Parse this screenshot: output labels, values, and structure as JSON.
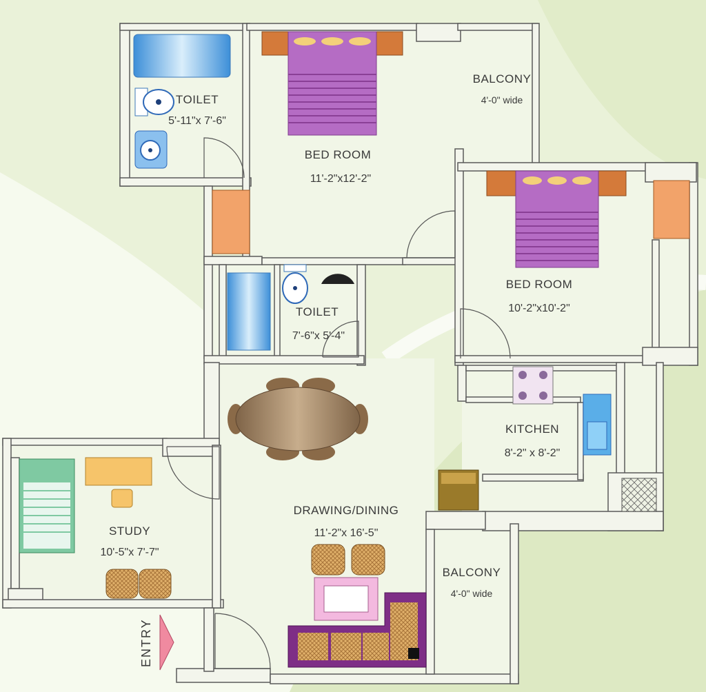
{
  "rooms": {
    "toilet_1": {
      "name": "TOILET",
      "dims": "5'-11\"x 7'-6\""
    },
    "bedroom_1": {
      "name": "BED ROOM",
      "dims": "11'-2\"x12'-2\""
    },
    "balcony_1": {
      "name": "BALCONY",
      "dims": "4'-0\" wide"
    },
    "bedroom_2": {
      "name": "BED ROOM",
      "dims": "10'-2\"x10'-2\""
    },
    "toilet_2": {
      "name": "TOILET",
      "dims": "7'-6\"x 5'-4\""
    },
    "kitchen": {
      "name": "KITCHEN",
      "dims": "8'-2\" x 8'-2\""
    },
    "study": {
      "name": "STUDY",
      "dims": "10'-5\"x 7'-7\""
    },
    "drawing": {
      "name": "DRAWING/DINING",
      "dims": "11'-2\"x 16'-5\""
    },
    "balcony_2": {
      "name": "BALCONY",
      "dims": "4'-0\" wide"
    }
  },
  "entry_label": "ENTRY",
  "colors": {
    "background": "#eaf2d9",
    "wall": "#f3f5ec",
    "wall_edge": "#5a5a5a",
    "bed": "#b56cc4",
    "wardrobe": "#f2a36a",
    "fixture": "#6fb8ea",
    "wood": "#9a7a5a"
  }
}
